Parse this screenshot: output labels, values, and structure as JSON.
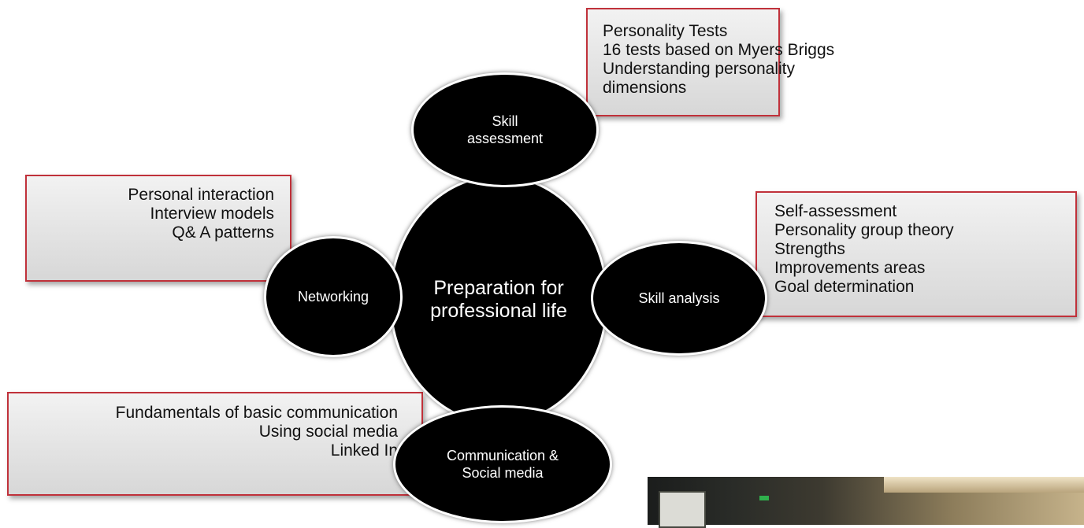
{
  "center": {
    "line1": "Preparation for",
    "line2": "professional life"
  },
  "nodes": {
    "top": {
      "line1": "Skill",
      "line2": "assessment"
    },
    "right": {
      "label": "Skill analysis"
    },
    "left": {
      "label": "Networking"
    },
    "bottom": {
      "line1": "Communication &",
      "line2": "Social media"
    }
  },
  "boxes": {
    "top": [
      "Personality Tests",
      "16 tests based on Myers Briggs",
      "Understanding personality",
      "dimensions"
    ],
    "right": [
      "Self-assessment",
      "Personality group theory",
      "Strengths",
      "Improvements areas",
      "Goal determination"
    ],
    "left": [
      "Personal interaction",
      "Interview models",
      "Q& A patterns"
    ],
    "bottom": [
      "Fundamentals of basic communication",
      "Using social media",
      "Linked In"
    ]
  },
  "colors": {
    "box_border": "#c0313a",
    "node_fill": "#000000",
    "box_fill": "#e3e3e3"
  }
}
